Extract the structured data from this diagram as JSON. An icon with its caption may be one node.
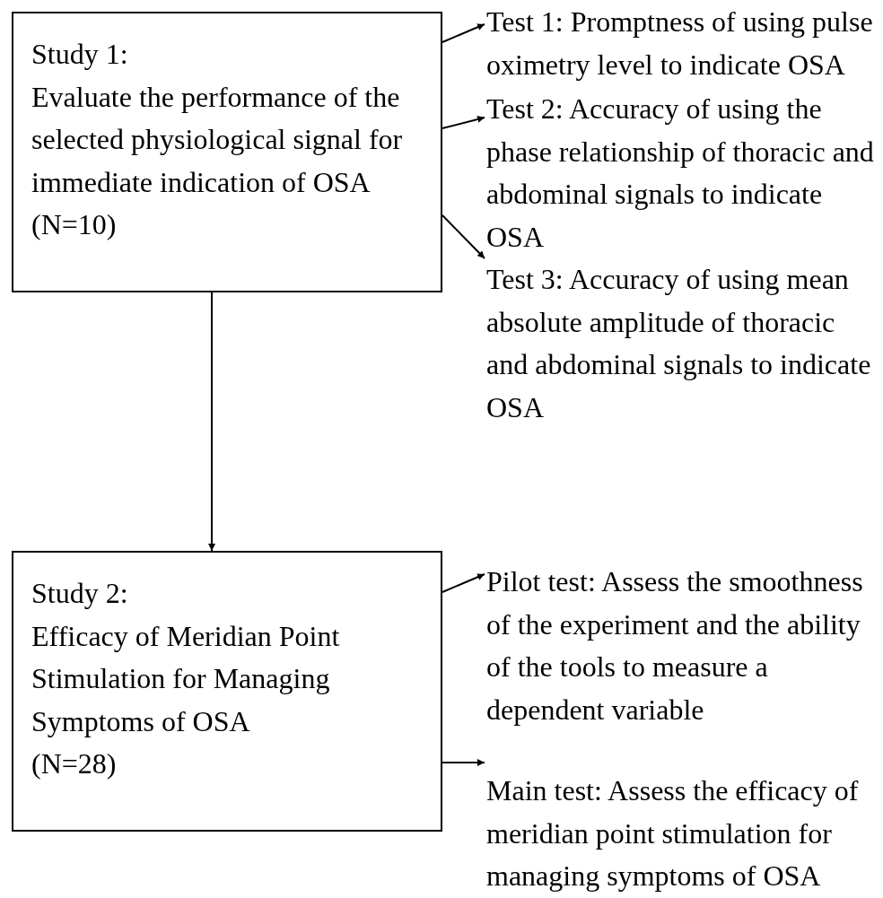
{
  "diagram": {
    "nodes": [
      {
        "text": [
          "Study 1:",
          "Evaluate the performance of the selected physiological signal for immediate indication of OSA",
          "(N=10)"
        ]
      },
      {
        "text": [
          "Test 1: Promptness of using pulse oximetry level to indicate OSA"
        ]
      },
      {
        "text": [
          "Test 2: Accuracy of using the phase relationship of thoracic and abdominal signals to indicate OSA"
        ]
      },
      {
        "text": [
          "Test 3: Accuracy of using mean absolute amplitude of thoracic and abdominal signals to indicate OSA"
        ]
      },
      {
        "text": [
          "Study 2:",
          "Efficacy of Meridian Point Stimulation for Managing Symptoms of OSA",
          "(N=28)"
        ]
      },
      {
        "text": [
          "Pilot test: Assess the smoothness of the experiment and the ability of the tools to measure a dependent variable"
        ]
      },
      {
        "text": [
          "Main test: Assess the efficacy of meridian point stimulation for managing symptoms of OSA"
        ]
      }
    ],
    "edges": [
      {
        "from": 0,
        "to": 1,
        "arrow": "to"
      },
      {
        "from": 0,
        "to": 2,
        "arrow": "to"
      },
      {
        "from": 0,
        "to": 3,
        "arrow": "to"
      },
      {
        "from": 0,
        "to": 4,
        "arrow": "to"
      },
      {
        "from": 4,
        "to": 5,
        "arrow": "to"
      },
      {
        "from": 4,
        "to": 6,
        "arrow": "to"
      }
    ]
  }
}
